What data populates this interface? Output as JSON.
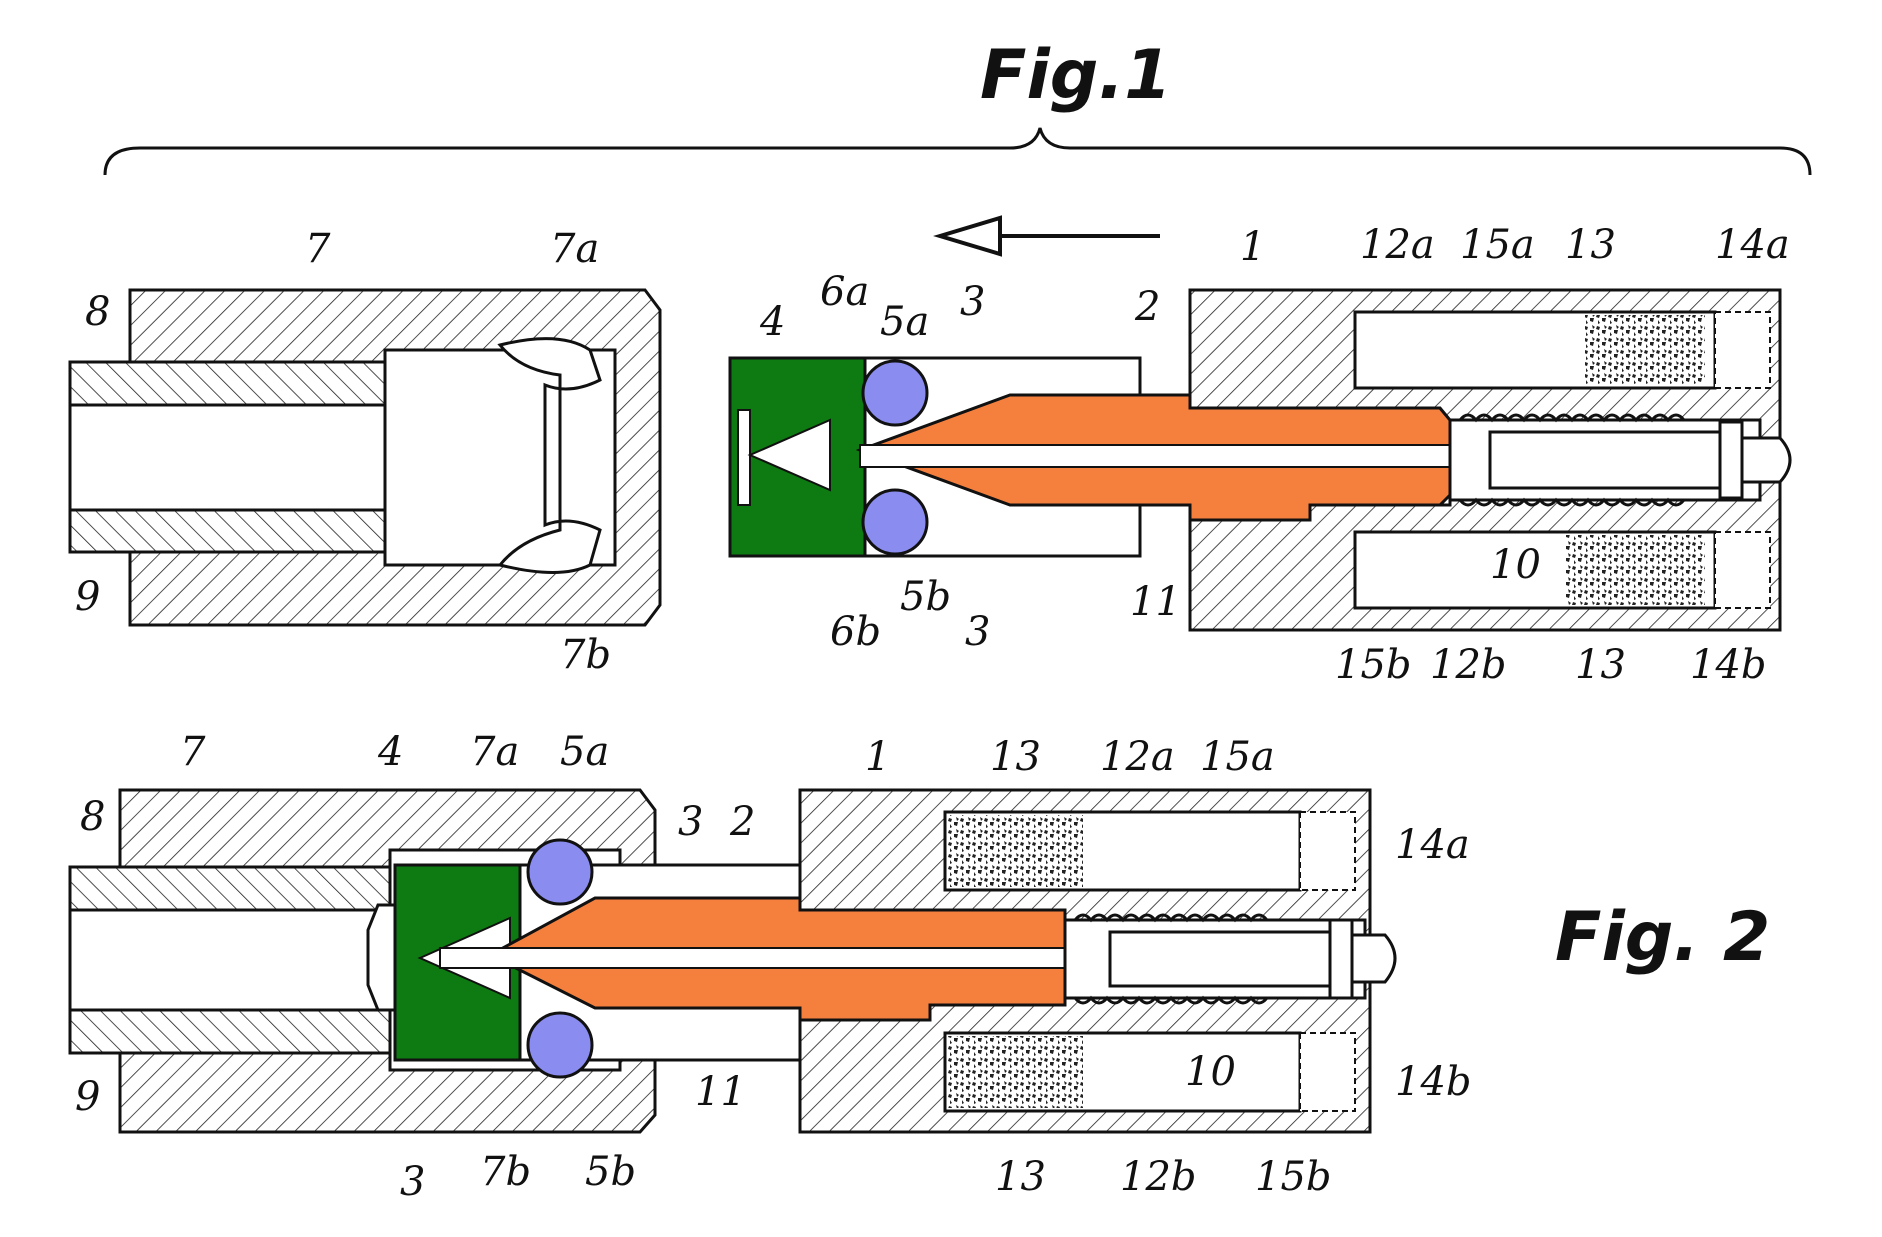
{
  "fig1": {
    "title": "Fig.1",
    "labels": {
      "l7": "7",
      "l7a": "7a",
      "l8": "8",
      "l9": "9",
      "l7b": "7b",
      "l4": "4",
      "l6a": "6a",
      "l5a": "5a",
      "l3top": "3",
      "l2": "2",
      "l1": "1",
      "l12a": "12a",
      "l15a": "15a",
      "l13top": "13",
      "l14a": "14a",
      "l6b": "6b",
      "l5b": "5b",
      "l3bot": "3",
      "l11": "11",
      "l10": "10",
      "l15b": "15b",
      "l12b": "12b",
      "l13bot": "13",
      "l14b": "14b"
    }
  },
  "fig2": {
    "title": "Fig. 2",
    "labels": {
      "l7": "7",
      "l8": "8",
      "l9": "9",
      "l4": "4",
      "l7a": "7a",
      "l5a": "5a",
      "l3top": "3",
      "l2": "2",
      "l1": "1",
      "l13top": "13",
      "l12a": "12a",
      "l15a": "15a",
      "l14a": "14a",
      "l3bot": "3",
      "l7b": "7b",
      "l5b": "5b",
      "l11": "11",
      "l10": "10",
      "l13bot": "13",
      "l12b": "12b",
      "l15b": "15b",
      "l14b": "14b"
    }
  },
  "colors": {
    "orange": "#f5803e",
    "green": "#0e7a12",
    "blue": "#8a8cf0",
    "line": "#111111"
  }
}
